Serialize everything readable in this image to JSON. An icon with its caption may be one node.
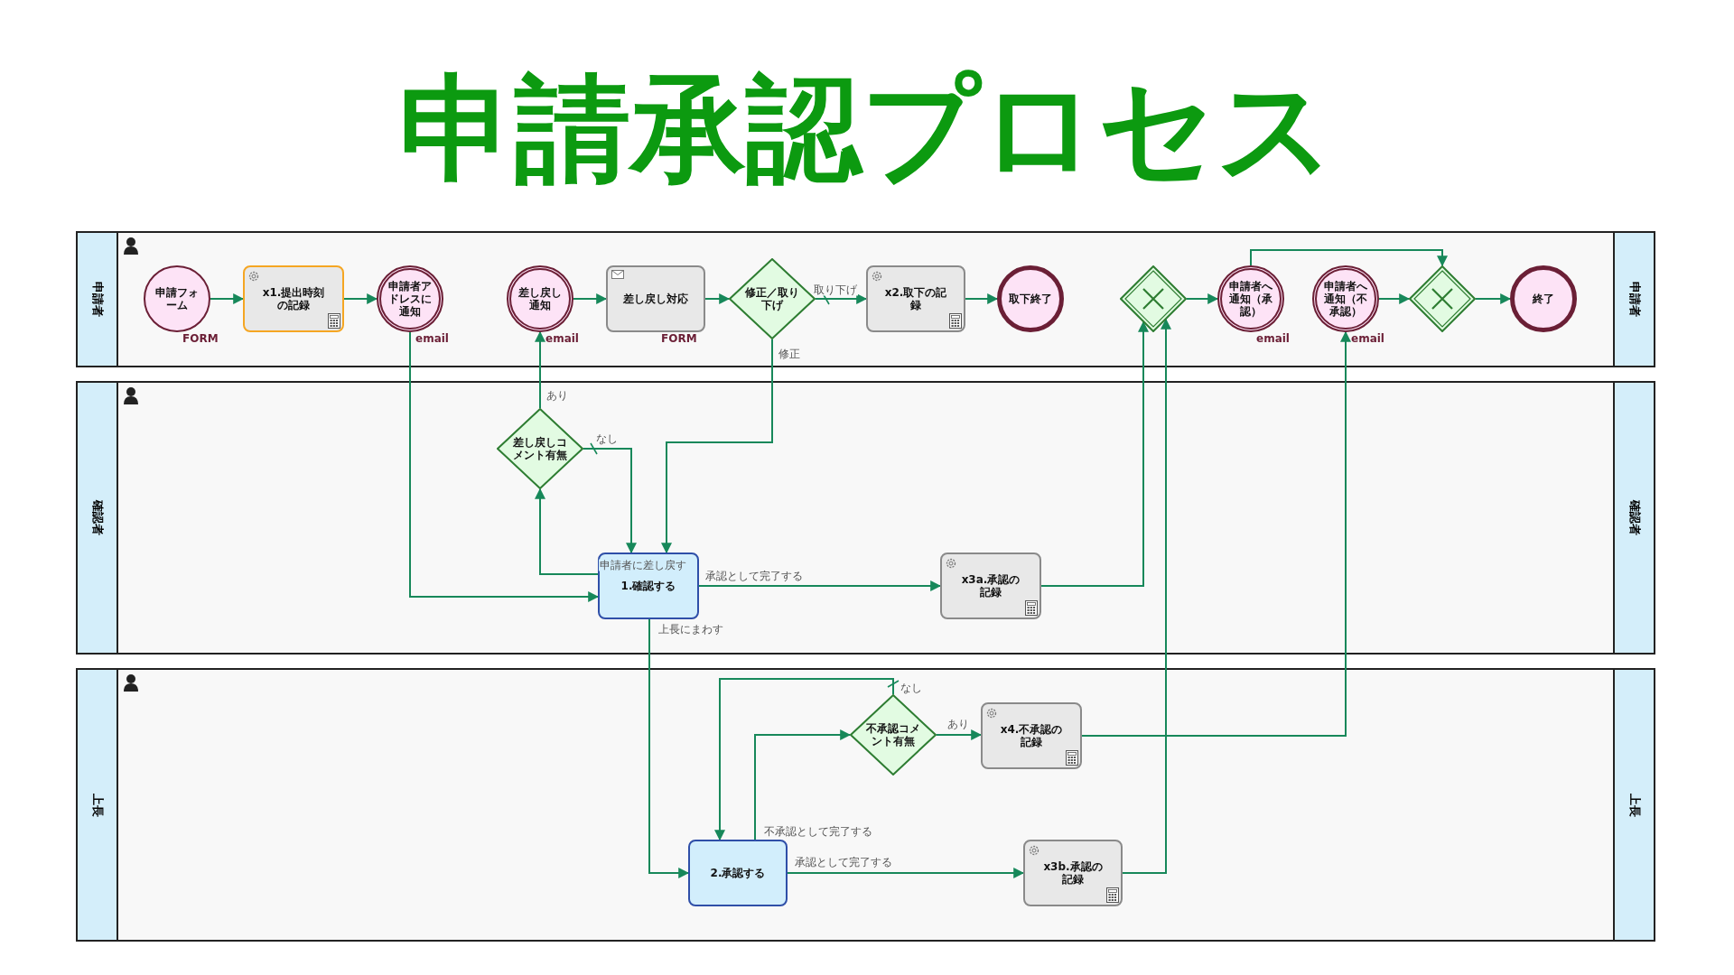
{
  "diagram": {
    "title": "申請承認プロセス",
    "nodes": [
      {
        "text": [
          "申請者",
          "申請者"
        ]
      },
      {
        "text": [
          "申請フォーム"
        ],
        "beside": [
          "FORM"
        ],
        "in": 0
      },
      {
        "text": [
          "x1.提出時刻の記録"
        ],
        "in": 0
      },
      {
        "text": [
          "申請者アドレスに通知"
        ],
        "beside": [
          "email"
        ],
        "in": 0
      },
      {
        "text": [
          "差し戻し通知"
        ],
        "beside": [
          "email"
        ],
        "in": 0
      },
      {
        "text": [
          "差し戻し対応"
        ],
        "beside": [
          "FORM"
        ],
        "in": 0
      },
      {
        "text": [
          "修正／取り下げ"
        ],
        "in": 0
      },
      {
        "text": [
          "x2.取下の記録"
        ],
        "in": 0
      },
      {
        "text": [
          "取下終了"
        ],
        "in": 0
      },
      {
        "text": [],
        "shape": "diamond",
        "in": 0
      },
      {
        "text": [
          "申請者へ通知（承認）"
        ],
        "beside": [
          "email"
        ],
        "in": 0
      },
      {
        "text": [
          "申請者へ通知（不承認）"
        ],
        "beside": [
          "email"
        ],
        "in": 0
      },
      {
        "text": [],
        "shape": "diamond",
        "in": 0
      },
      {
        "text": [
          "終了"
        ],
        "in": 0
      },
      {
        "text": [
          "確認者",
          "確認者"
        ]
      },
      {
        "text": [
          "差し戻しコメント有無"
        ],
        "in": 14
      },
      {
        "text": [
          "1.確認する"
        ],
        "in": 14
      },
      {
        "text": [
          "x3a.承認の記録"
        ],
        "in": 14
      },
      {
        "text": [
          "上長",
          "上長"
        ]
      },
      {
        "text": [
          "不承認コメント有無"
        ],
        "in": 18
      },
      {
        "text": [
          "x4.不承認の記録"
        ],
        "in": 18
      },
      {
        "text": [
          "2.承認する"
        ],
        "in": 18
      },
      {
        "text": [
          "x3b.承認の記録"
        ],
        "in": 18
      }
    ],
    "edges": [
      {
        "from": 1,
        "to": 2,
        "arrow": "to"
      },
      {
        "from": 2,
        "to": 3,
        "arrow": "to"
      },
      {
        "from": 3,
        "to": 16,
        "arrow": "to"
      },
      {
        "from": 16,
        "to": 15,
        "arrow": "to",
        "label": "申請者に差し戻す"
      },
      {
        "from": 15,
        "to": 4,
        "arrow": "to",
        "label": "あり"
      },
      {
        "from": 15,
        "to": 16,
        "arrow": "to",
        "label": "なし"
      },
      {
        "from": 4,
        "to": 5,
        "arrow": "to"
      },
      {
        "from": 5,
        "to": 6,
        "arrow": "to"
      },
      {
        "from": 6,
        "to": 7,
        "arrow": "to",
        "label": "取り下げ"
      },
      {
        "from": 6,
        "to": 16,
        "arrow": "to",
        "label": "修正"
      },
      {
        "from": 7,
        "to": 8,
        "arrow": "to"
      },
      {
        "from": 16,
        "to": 17,
        "arrow": "to",
        "label": "承認として完了する"
      },
      {
        "from": 17,
        "to": 9,
        "arrow": "to"
      },
      {
        "from": 16,
        "to": 21,
        "arrow": "to",
        "label": "上長にまわす"
      },
      {
        "from": 21,
        "to": 19,
        "arrow": "to",
        "label": "不承認として完了する"
      },
      {
        "from": 19,
        "to": 21,
        "arrow": "to",
        "label": "なし"
      },
      {
        "from": 19,
        "to": 20,
        "arrow": "to",
        "label": "あり"
      },
      {
        "from": 21,
        "to": 22,
        "arrow": "to",
        "label": "承認として完了する"
      },
      {
        "from": 22,
        "to": 9,
        "arrow": "to"
      },
      {
        "from": 20,
        "to": 11,
        "arrow": "to"
      },
      {
        "from": 9,
        "to": 10,
        "arrow": "to"
      },
      {
        "from": 10,
        "to": 12,
        "arrow": "to"
      },
      {
        "from": 11,
        "to": 12,
        "arrow": "to"
      },
      {
        "from": 12,
        "to": 13,
        "arrow": "to"
      }
    ]
  }
}
